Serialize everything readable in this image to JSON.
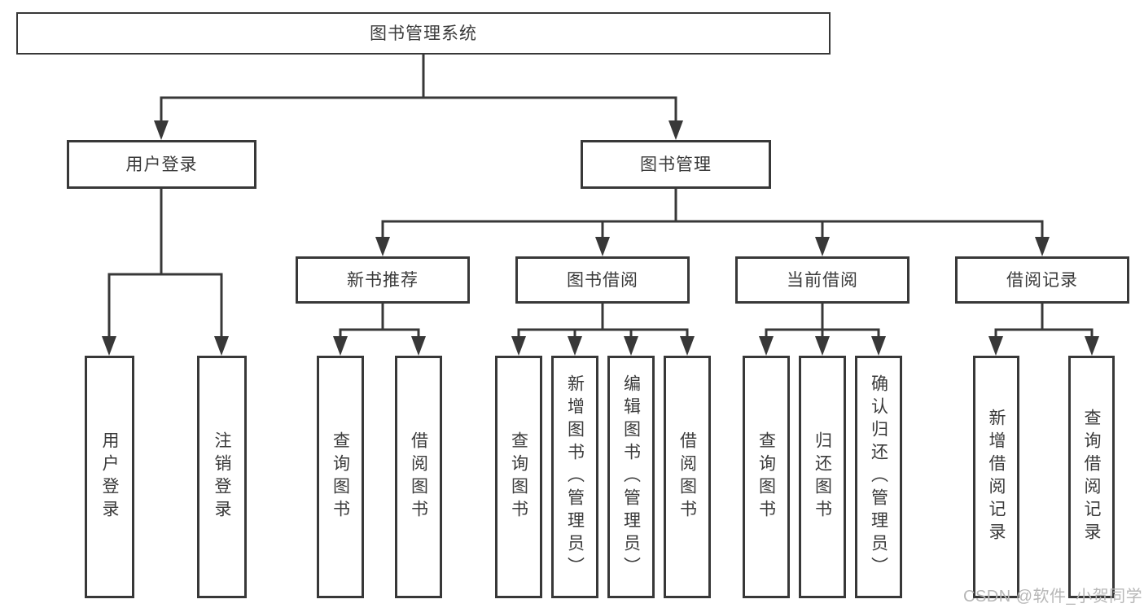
{
  "diagram": {
    "title": "图书管理系统",
    "colors": {
      "line": "#383838",
      "box_border": "#383838",
      "text": "#3a3a3a",
      "background": "#ffffff",
      "watermark": "#b7b7b7"
    },
    "nodes": [
      {
        "id": "root",
        "label": "图书管理系统",
        "level": 1,
        "parent": null,
        "orientation": "horizontal"
      },
      {
        "id": "user-login",
        "label": "用户登录",
        "level": 2,
        "parent": "root",
        "orientation": "horizontal"
      },
      {
        "id": "book-mgmt",
        "label": "图书管理",
        "level": 2,
        "parent": "root",
        "orientation": "horizontal"
      },
      {
        "id": "new-book-rec",
        "label": "新书推荐",
        "level": 3,
        "parent": "book-mgmt",
        "orientation": "horizontal"
      },
      {
        "id": "book-borrow",
        "label": "图书借阅",
        "level": 3,
        "parent": "book-mgmt",
        "orientation": "horizontal"
      },
      {
        "id": "current-borrow",
        "label": "当前借阅",
        "level": 3,
        "parent": "book-mgmt",
        "orientation": "horizontal"
      },
      {
        "id": "borrow-record",
        "label": "借阅记录",
        "level": 3,
        "parent": "book-mgmt",
        "orientation": "horizontal"
      },
      {
        "id": "leaf-user-login",
        "label": "用户登录",
        "level": 4,
        "parent": "user-login",
        "orientation": "vertical"
      },
      {
        "id": "leaf-logout",
        "label": "注销登录",
        "level": 4,
        "parent": "user-login",
        "orientation": "vertical"
      },
      {
        "id": "leaf-query-book-new",
        "label": "查询图书",
        "level": 4,
        "parent": "new-book-rec",
        "orientation": "vertical"
      },
      {
        "id": "leaf-borrow-book-new",
        "label": "借阅图书",
        "level": 4,
        "parent": "new-book-rec",
        "orientation": "vertical"
      },
      {
        "id": "leaf-query-book-borrow",
        "label": "查询图书",
        "level": 4,
        "parent": "book-borrow",
        "orientation": "vertical"
      },
      {
        "id": "leaf-add-book",
        "label": "新增图书（管理员）",
        "level": 4,
        "parent": "book-borrow",
        "orientation": "vertical"
      },
      {
        "id": "leaf-edit-book",
        "label": "编辑图书（管理员）",
        "level": 4,
        "parent": "book-borrow",
        "orientation": "vertical"
      },
      {
        "id": "leaf-borrow-book",
        "label": "借阅图书",
        "level": 4,
        "parent": "book-borrow",
        "orientation": "vertical"
      },
      {
        "id": "leaf-query-book-current",
        "label": "查询图书",
        "level": 4,
        "parent": "current-borrow",
        "orientation": "vertical"
      },
      {
        "id": "leaf-return-book",
        "label": "归还图书",
        "level": 4,
        "parent": "current-borrow",
        "orientation": "vertical"
      },
      {
        "id": "leaf-confirm-return",
        "label": "确认归还（管理员）",
        "level": 4,
        "parent": "current-borrow",
        "orientation": "vertical"
      },
      {
        "id": "leaf-add-record",
        "label": "新增借阅记录",
        "level": 4,
        "parent": "borrow-record",
        "orientation": "vertical"
      },
      {
        "id": "leaf-query-record",
        "label": "查询借阅记录",
        "level": 4,
        "parent": "borrow-record",
        "orientation": "vertical"
      }
    ],
    "watermark": "CSDN @软件_小贺同学"
  }
}
